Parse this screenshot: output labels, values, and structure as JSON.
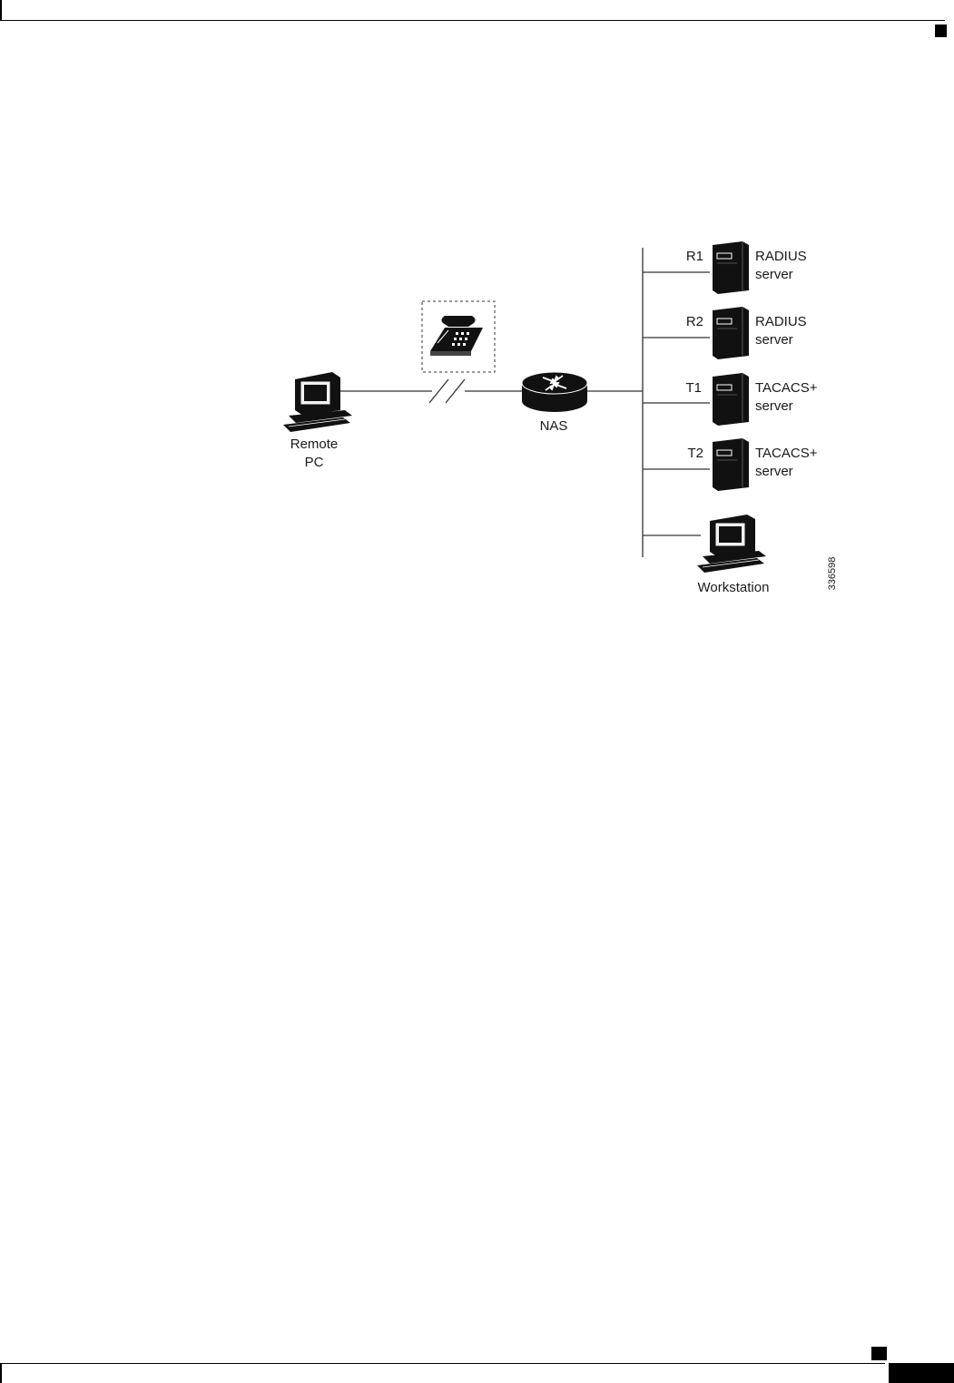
{
  "diagram": {
    "remote_pc": {
      "label_line1": "Remote",
      "label_line2": "PC",
      "icon": "desktop-computer-icon"
    },
    "nas": {
      "label": "NAS",
      "icon": "router-icon"
    },
    "phone": {
      "icon": "telephone-icon"
    },
    "servers": [
      {
        "tag": "R1",
        "label_line1": "RADIUS",
        "label_line2": "server",
        "icon": "server-tower-icon"
      },
      {
        "tag": "R2",
        "label_line1": "RADIUS",
        "label_line2": "server",
        "icon": "server-tower-icon"
      },
      {
        "tag": "T1",
        "label_line1": "TACACS+",
        "label_line2": "server",
        "icon": "server-tower-icon"
      },
      {
        "tag": "T2",
        "label_line1": "TACACS+",
        "label_line2": "server",
        "icon": "server-tower-icon"
      }
    ],
    "workstation": {
      "label": "Workstation",
      "icon": "desktop-computer-icon"
    },
    "figure_id": "336598"
  }
}
